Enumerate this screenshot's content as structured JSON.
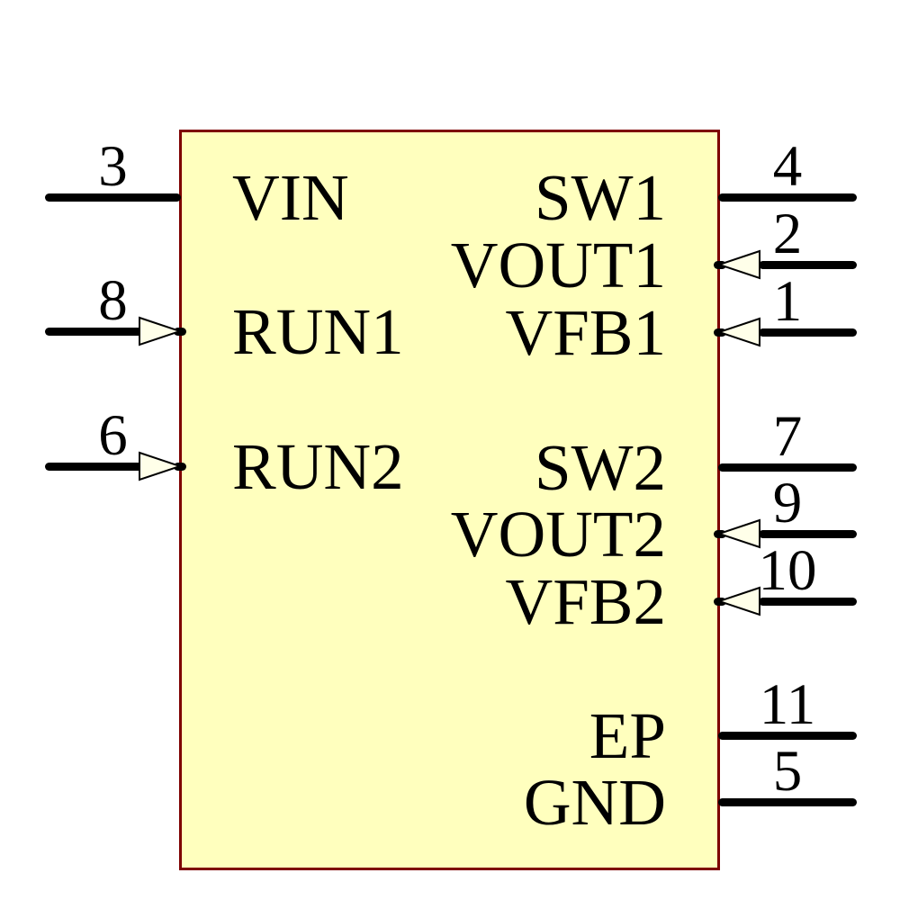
{
  "diagram": {
    "kind": "ic-schematic-symbol",
    "component": {
      "body_fill": "#FFFFBE",
      "body_border": "#7E0000",
      "arrow_fill": "#FFFFE9",
      "pin_line_color": "#000000",
      "text_color": "#000000"
    },
    "pins": {
      "left": [
        {
          "number": "3",
          "label": "VIN",
          "arrow": false
        },
        {
          "number": "8",
          "label": "RUN1",
          "arrow": true
        },
        {
          "number": "6",
          "label": "RUN2",
          "arrow": true
        }
      ],
      "right": [
        {
          "number": "4",
          "label": "SW1",
          "arrow": false
        },
        {
          "number": "2",
          "label": "VOUT1",
          "arrow": true
        },
        {
          "number": "1",
          "label": "VFB1",
          "arrow": true
        },
        {
          "number": "7",
          "label": "SW2",
          "arrow": false
        },
        {
          "number": "9",
          "label": "VOUT2",
          "arrow": true
        },
        {
          "number": "10",
          "label": "VFB2",
          "arrow": true
        },
        {
          "number": "11",
          "label": "EP",
          "arrow": false
        },
        {
          "number": "5",
          "label": "GND",
          "arrow": false
        }
      ]
    }
  }
}
